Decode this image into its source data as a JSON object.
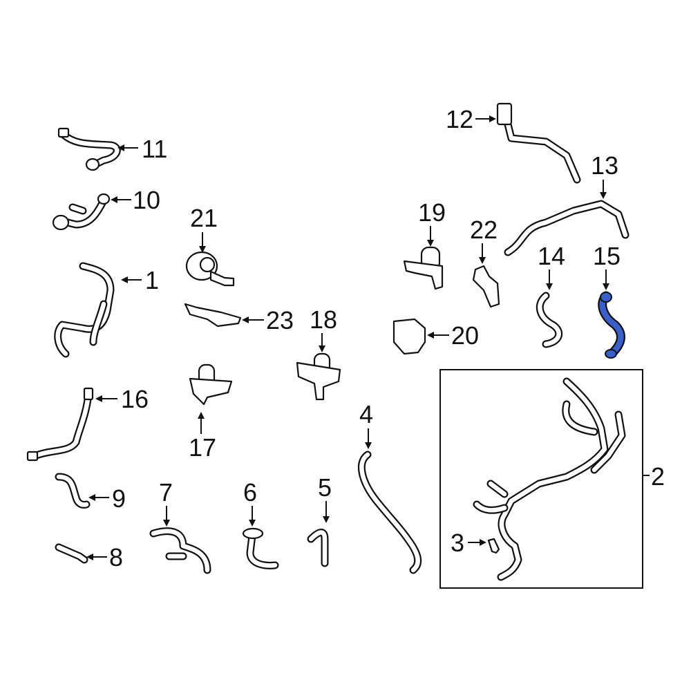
{
  "diagram": {
    "type": "exploded-parts-diagram",
    "highlight_color": "#3a5fc8",
    "highlighted_part": "15",
    "callouts": [
      {
        "id": "1",
        "label": "1"
      },
      {
        "id": "2",
        "label": "2"
      },
      {
        "id": "3",
        "label": "3"
      },
      {
        "id": "4",
        "label": "4"
      },
      {
        "id": "5",
        "label": "5"
      },
      {
        "id": "6",
        "label": "6"
      },
      {
        "id": "7",
        "label": "7"
      },
      {
        "id": "8",
        "label": "8"
      },
      {
        "id": "9",
        "label": "9"
      },
      {
        "id": "10",
        "label": "10"
      },
      {
        "id": "11",
        "label": "11"
      },
      {
        "id": "12",
        "label": "12"
      },
      {
        "id": "13",
        "label": "13"
      },
      {
        "id": "14",
        "label": "14"
      },
      {
        "id": "15",
        "label": "15"
      },
      {
        "id": "16",
        "label": "16"
      },
      {
        "id": "17",
        "label": "17"
      },
      {
        "id": "18",
        "label": "18"
      },
      {
        "id": "19",
        "label": "19"
      },
      {
        "id": "20",
        "label": "20"
      },
      {
        "id": "21",
        "label": "21"
      },
      {
        "id": "22",
        "label": "22"
      },
      {
        "id": "23",
        "label": "23"
      }
    ]
  }
}
